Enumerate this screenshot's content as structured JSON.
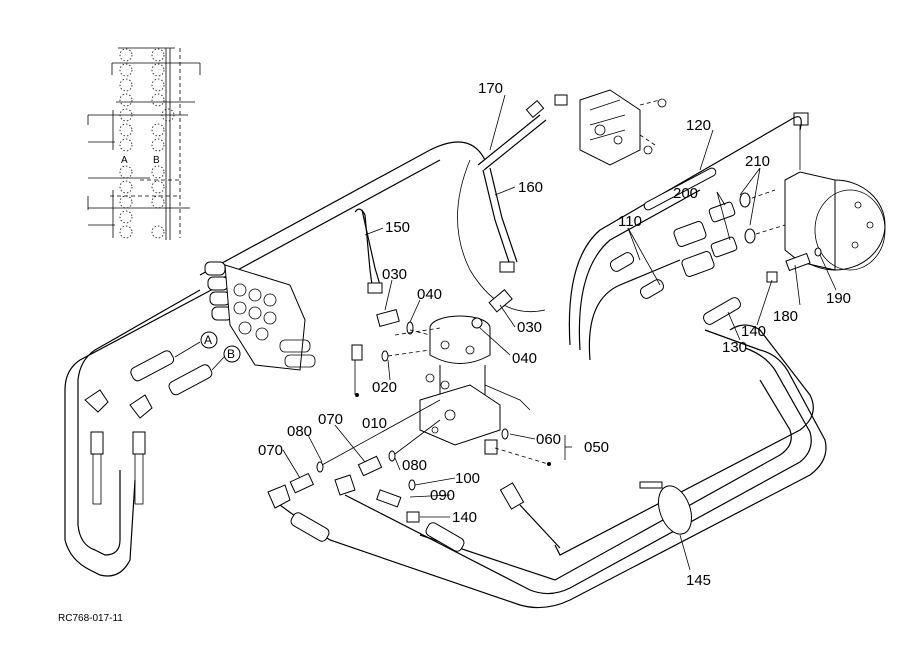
{
  "diagram": {
    "reference_code": "RC768-017-11",
    "port_labels": [
      "A",
      "B"
    ],
    "schematic_port_labels": [
      "A",
      "B"
    ],
    "callouts": [
      {
        "id": "170",
        "part": "hose"
      },
      {
        "id": "160",
        "part": "hose"
      },
      {
        "id": "150",
        "part": "hose"
      },
      {
        "id": "120",
        "part": "hose"
      },
      {
        "id": "210",
        "part": "o-ring"
      },
      {
        "id": "200",
        "part": "adaptor"
      },
      {
        "id": "110",
        "part": "hose"
      },
      {
        "id": "030a",
        "label": "030",
        "part": "elbow"
      },
      {
        "id": "040a",
        "label": "040",
        "part": "o-ring"
      },
      {
        "id": "030b",
        "label": "030",
        "part": "elbow"
      },
      {
        "id": "040b",
        "label": "040",
        "part": "o-ring"
      },
      {
        "id": "020",
        "part": "o-ring"
      },
      {
        "id": "010",
        "part": "swivel joint"
      },
      {
        "id": "190",
        "part": "o-ring"
      },
      {
        "id": "180",
        "part": "adaptor"
      },
      {
        "id": "140a",
        "label": "140",
        "part": "nipple"
      },
      {
        "id": "130",
        "part": "hose"
      },
      {
        "id": "070a",
        "label": "070",
        "part": "adaptor"
      },
      {
        "id": "080a",
        "label": "080",
        "part": "o-ring"
      },
      {
        "id": "070b",
        "label": "070",
        "part": "adaptor"
      },
      {
        "id": "080b",
        "label": "080",
        "part": "o-ring"
      },
      {
        "id": "100",
        "part": "o-ring"
      },
      {
        "id": "090",
        "part": "elbow"
      },
      {
        "id": "140b",
        "label": "140",
        "part": "nipple"
      },
      {
        "id": "060",
        "part": "o-ring"
      },
      {
        "id": "050",
        "part": "assembly"
      },
      {
        "id": "145",
        "part": "clamp"
      }
    ]
  }
}
